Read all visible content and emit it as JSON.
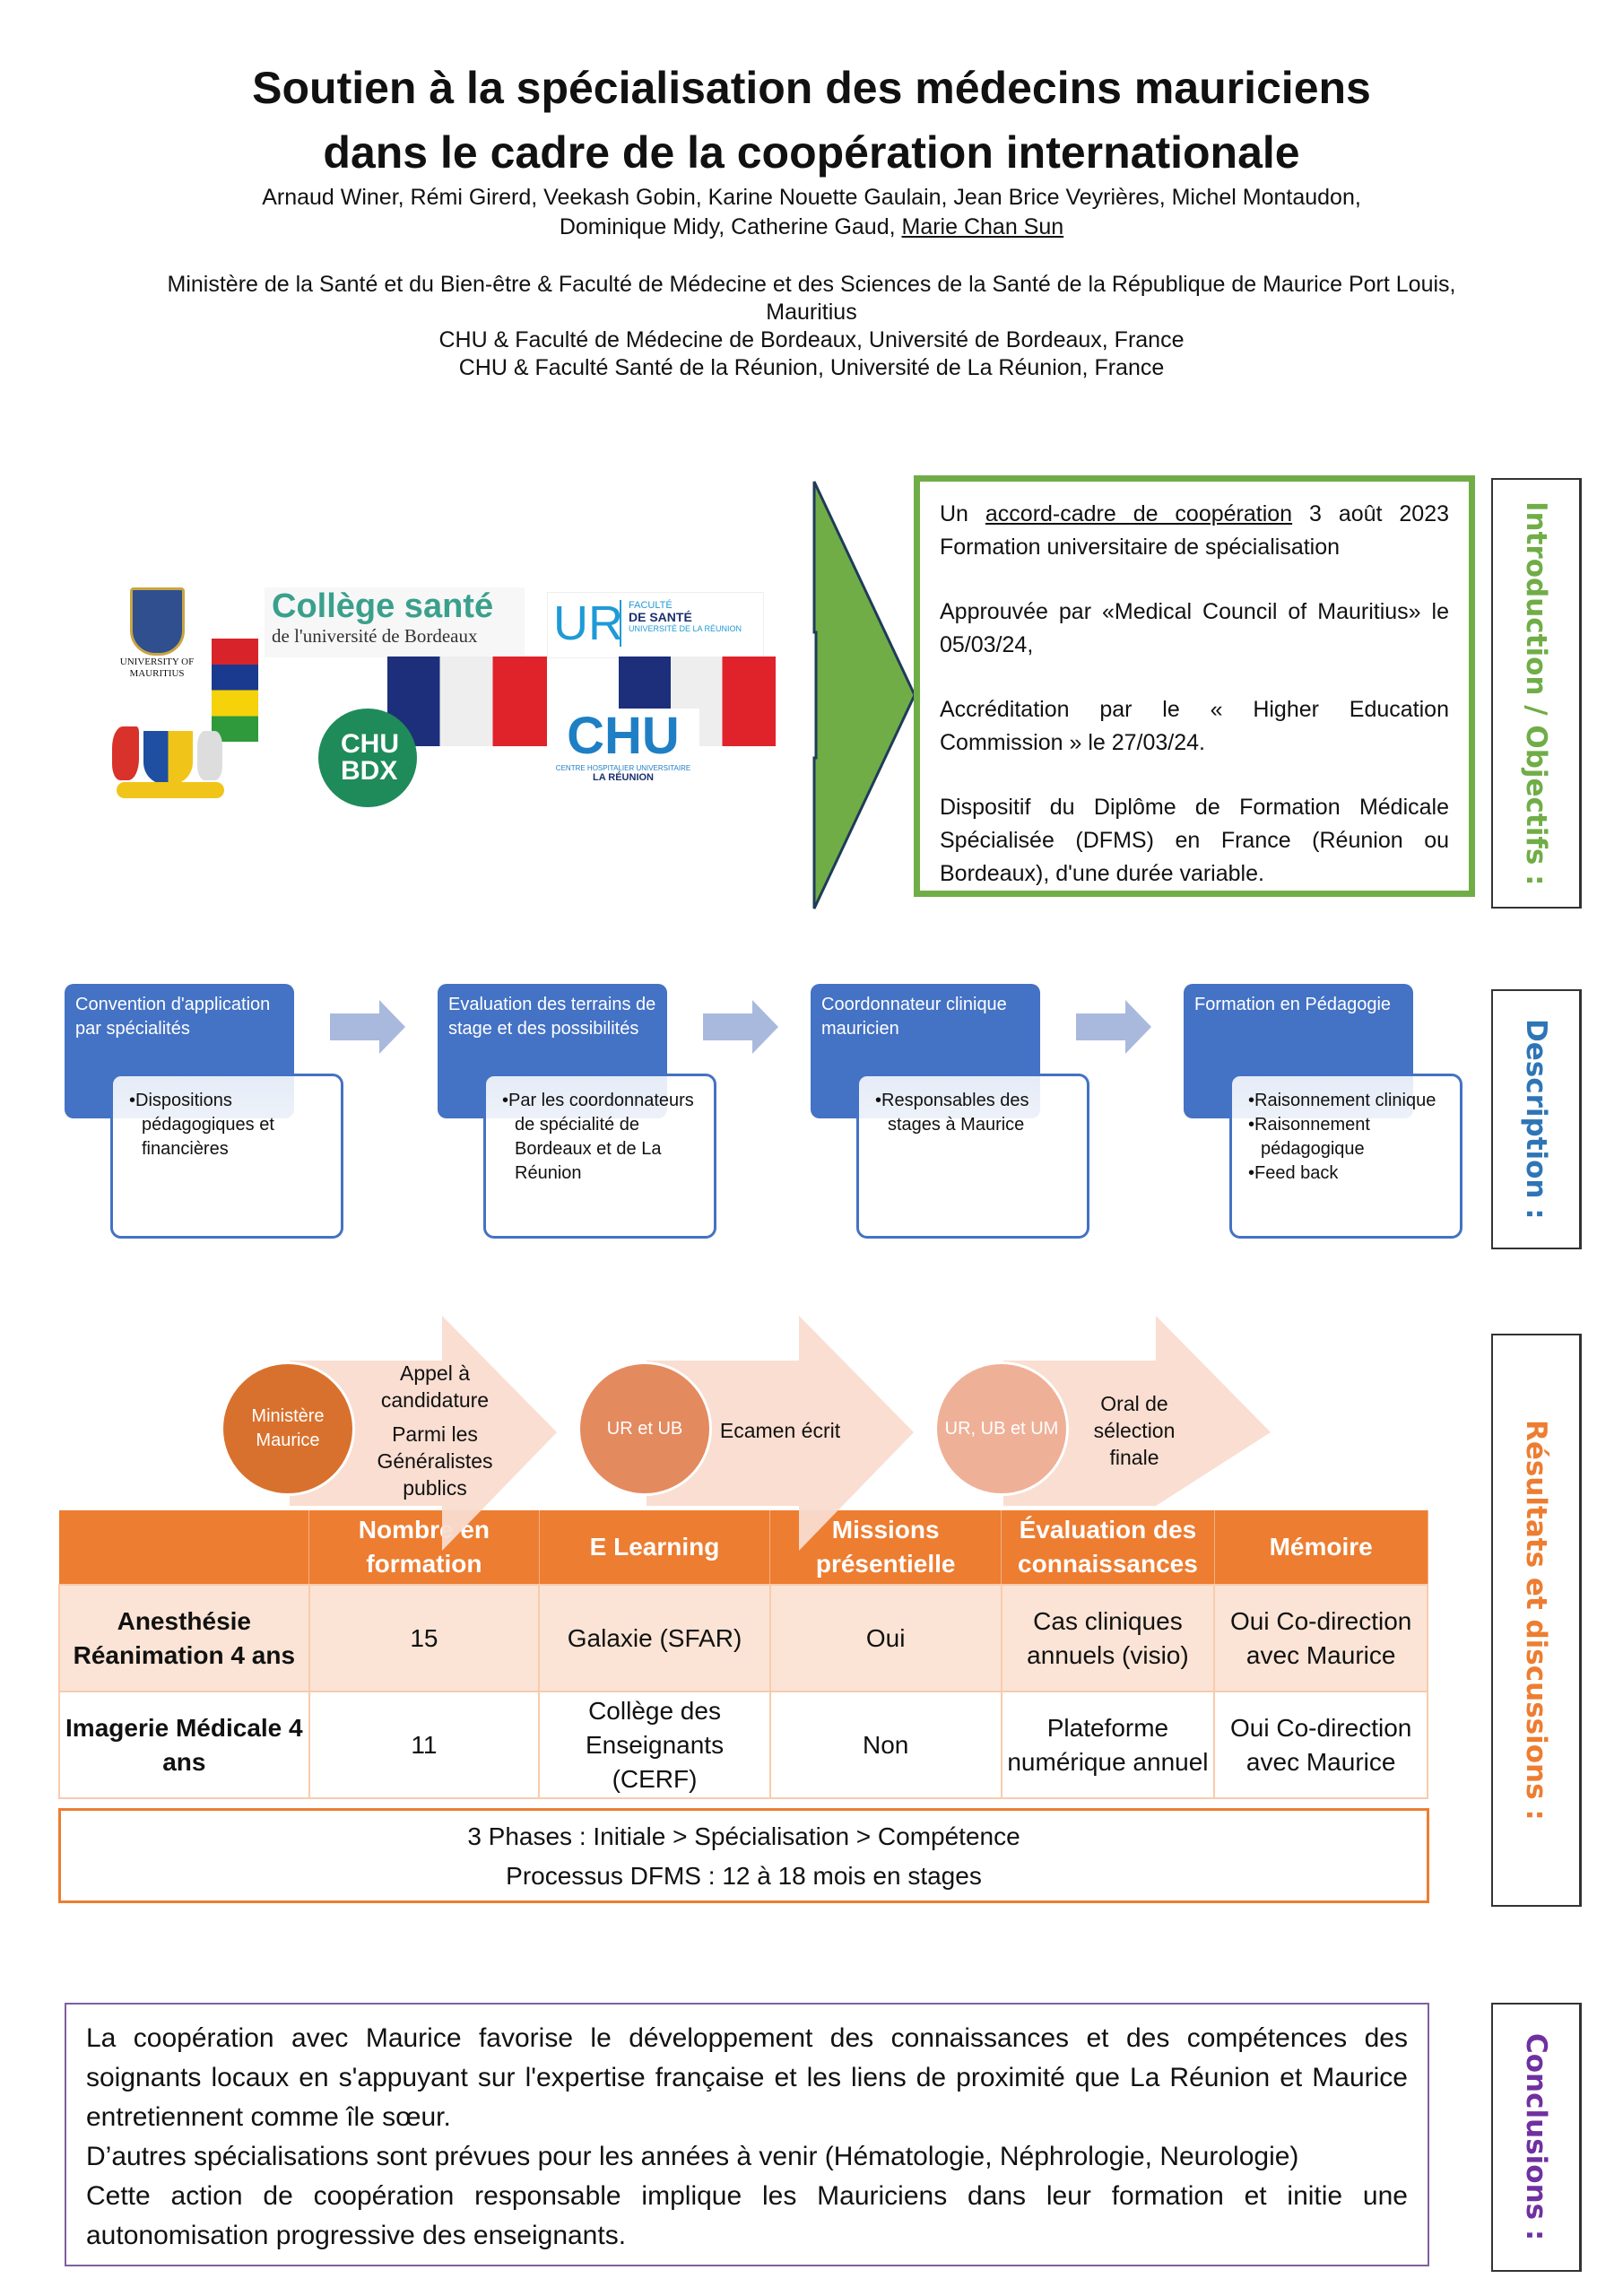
{
  "header": {
    "title_line1": "Soutien à la spécialisation des médecins mauriciens",
    "title_line2": "dans le cadre de la coopération internationale",
    "authors_line1": "Arnaud Winer, Rémi Girerd, Veekash Gobin, Karine Nouette Gaulain, Jean Brice Veyrières, Michel Montaudon,",
    "authors_line2_plain": "Dominique Midy, Catherine Gaud, ",
    "authors_line2_underlined": "Marie Chan Sun",
    "affiliations": [
      "Ministère de la Santé et du Bien-être & Faculté de Médecine et des Sciences de la Santé de la République de Maurice Port Louis, Mauritius",
      "CHU & Faculté de Médecine de Bordeaux, Université de Bordeaux, France",
      "CHU & Faculté Santé de la Réunion, Université de La Réunion, France"
    ]
  },
  "logos": {
    "uom": "UNIVERSITY OF MAURITIUS",
    "college_title": "Collège santé",
    "college_sub": "de l'université de Bordeaux",
    "chu_bdx": "CHU BDX",
    "ur": "UR",
    "ur_sub1": "FACULTÉ",
    "ur_sub2": "DE SANTÉ",
    "ur_sub3": "UNIVERSITÉ DE LA RÉUNION",
    "chu_reunion": "CHU",
    "chu_reunion_sub": "CENTRE HOSPITALIER UNIVERSITAIRE",
    "chu_reunion_sub2": "LA RÉUNION"
  },
  "intro": {
    "label": "Introduction / Objectifs :",
    "label_color": "#70ad47",
    "p1_pre": "Un ",
    "p1_link": "accord-cadre de coopération",
    "p1_post": " 3 août 2023 Formation universitaire de spécialisation",
    "p2": "Approuvée par «Medical Council of Mauritius» le 05/03/24,",
    "p3": "Accréditation par le « Higher Education Commission » le 27/03/24.",
    "p4": "Dispositif du Diplôme de Formation Médicale Spécialisée (DFMS) en France (Réunion ou Bordeaux), d'une durée variable."
  },
  "description": {
    "label": "Description :",
    "label_color": "#2e75b6",
    "steps": [
      {
        "title": "Convention d'application par spécialités",
        "bullets": [
          "Dispositions pédagogiques et financières"
        ]
      },
      {
        "title": "Evaluation des terrains de stage et des possibilités",
        "bullets": [
          "Par les coordonnateurs de spécialité de Bordeaux et de La Réunion"
        ]
      },
      {
        "title": "Coordonnateur clinique mauricien",
        "bullets": [
          "Responsables des stages à Maurice"
        ]
      },
      {
        "title": "Formation en Pédagogie",
        "bullets": [
          "Raisonnement clinique",
          "Raisonnement pédagogique",
          "Feed back"
        ]
      }
    ]
  },
  "results": {
    "label": "Résultats et discussions :",
    "label_color": "#ed7d31",
    "process": [
      {
        "actor": "Ministère Maurice",
        "lines": [
          "Appel à candidature",
          "Parmi les Généralistes publics"
        ],
        "color": "#d9712e"
      },
      {
        "actor": "UR et UB",
        "lines": [
          "Ecamen écrit"
        ],
        "color": "#e48a5f"
      },
      {
        "actor": "UR, UB et UM",
        "lines": [
          "Oral de sélection finale"
        ],
        "color": "#efb098"
      }
    ],
    "table": {
      "headers": [
        "",
        "Nombre en formation",
        "E Learning",
        "Missions présentielle",
        "Évaluation des connaissances",
        "Mémoire"
      ],
      "rows": [
        [
          "Anesthésie Réanimation 4 ans",
          "15",
          "Galaxie (SFAR)",
          "Oui",
          "Cas cliniques annuels (visio)",
          "Oui Co-direction avec Maurice"
        ],
        [
          "Imagerie Médicale 4 ans",
          "11",
          "Collège des Enseignants (CERF)",
          "Non",
          "Plateforme numérique annuel",
          "Oui Co-direction avec Maurice"
        ]
      ]
    },
    "phases_line1": "3 Phases : Initiale > Spécialisation > Compétence",
    "phases_line2": "Processus DFMS : 12 à 18 mois en stages"
  },
  "conclusions": {
    "label": "Conclusions :",
    "label_color": "#7030a0",
    "p1": "La coopération avec Maurice favorise le développement des connaissances et des compétences des soignants locaux en s'appuyant sur l'expertise française et les liens de proximité que La Réunion et Maurice entretiennent comme île sœur.",
    "p2": "D’autres spécialisations sont prévues pour les années à venir (Hématologie, Néphrologie, Neurologie)",
    "p3": "Cette action de coopération responsable implique les Mauriciens dans leur formation et initie une autonomisation progressive des enseignants."
  }
}
